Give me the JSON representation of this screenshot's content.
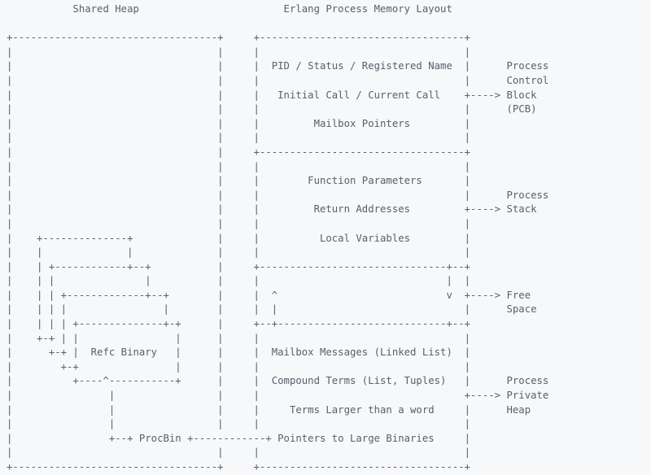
{
  "page": {
    "background_color": "#f6f8fa",
    "text_color": "#57606a"
  },
  "diagram": {
    "left_title": "Shared Heap",
    "right_title": "Erlang Process Memory Layout",
    "shared_heap": {
      "refc_binary_label": "Refc Binary",
      "procbin_label": "ProcBin",
      "pointer_arrow": "+--+ ProcBin +------------+"
    },
    "process_memory": {
      "pcb_section": {
        "fields": [
          "PID / Status / Registered Name",
          "Initial Call / Current Call",
          "Mailbox Pointers"
        ],
        "label_lines": [
          "Process",
          "Control",
          "Block",
          "(PCB)"
        ]
      },
      "stack_section": {
        "fields": [
          "Function Parameters",
          "Return Addresses",
          "Local Variables"
        ],
        "label_lines": [
          "Process",
          "Stack"
        ]
      },
      "free_section": {
        "grow_markers": [
          "^",
          "v",
          "|"
        ],
        "label_lines": [
          "Free",
          "Space"
        ]
      },
      "heap_section": {
        "fields": [
          "Mailbox Messages (Linked List)",
          "Compound Terms (List, Tuples)",
          "Terms Larger than a word",
          "Pointers to Large Binaries"
        ],
        "label_lines": [
          "Process",
          "Private",
          "Heap"
        ]
      },
      "arrow_glyph": "+---->"
    },
    "ascii_lines": [
      "           Shared Heap                        Erlang Process Memory Layout",
      "",
      "+----------------------------------+     +----------------------------------+",
      "|                                  |     |                                  |",
      "|                                  |     |  PID / Status / Registered Name  |      Process",
      "|                                  |     |                                  |      Control",
      "|                                  |     |   Initial Call / Current Call    +----> Block",
      "|                                  |     |                                  |      (PCB)",
      "|                                  |     |         Mailbox Pointers         |",
      "|                                  |     |                                  |",
      "|                                  |     +----------------------------------+",
      "|                                  |     |                                  |",
      "|                                  |     |        Function Parameters       |",
      "|                                  |     |                                  |      Process",
      "|                                  |     |         Return Addresses         +----> Stack",
      "|                                  |     |                                  |",
      "|    +--------------+              |     |          Local Variables         |",
      "|    |              |              |     |                                  |",
      "|    | +------------+--+           |     +-------------------------------+--+",
      "|    | |               |           |     |                               |  |",
      "|    | | +-------------+--+        |     |  ^                            v  +----> Free",
      "|    | | |                |        |     |  |                               |      Space",
      "|    | | | +--------------+-+      |     +--+----------------------------+--+",
      "|    +-+ | |                |      |     |                                  |",
      "|      +-+ |  Refc Binary   |      |     |  Mailbox Messages (Linked List)  |",
      "|        +-+                |      |     |                                  |",
      "|          +----^-----------+      |     |  Compound Terms (List, Tuples)   |      Process",
      "|                |                 |     |                                  +----> Private",
      "|                |                 |     |     Terms Larger than a word     |      Heap",
      "|                |                 |     |                                  |",
      "|                +--+ ProcBin +------------+ Pointers to Large Binaries     |",
      "|                                  |     |                                  |",
      "+----------------------------------+     +----------------------------------+"
    ]
  }
}
